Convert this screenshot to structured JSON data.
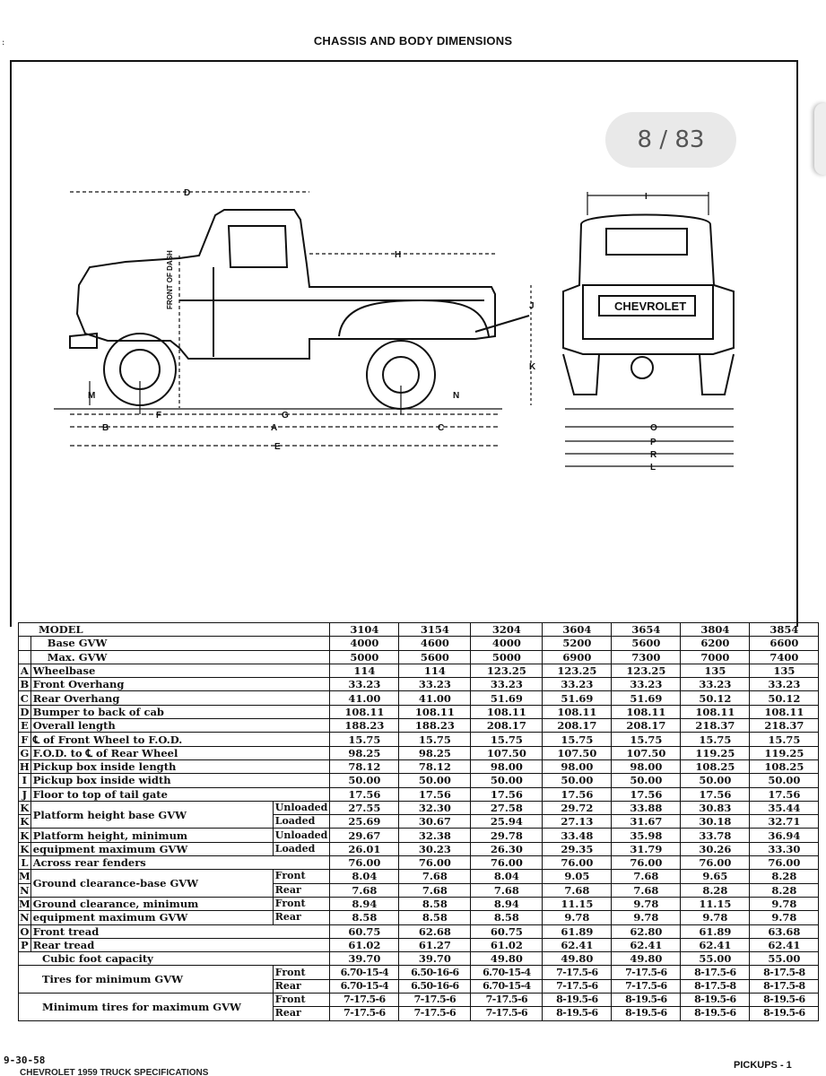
{
  "header": {
    "title": "CHASSIS AND BODY DIMENSIONS",
    "left_mark": ":",
    "page_indicator": "8 / 83"
  },
  "drawing": {
    "side_labels": [
      "D",
      "H",
      "J",
      "K",
      "M",
      "N",
      "F",
      "G",
      "B",
      "A",
      "C",
      "E"
    ],
    "front_of_dash": "FRONT OF DASH",
    "rear_labels": [
      "I",
      "O",
      "P",
      "R",
      "L"
    ],
    "emblem": "CHEVROLET"
  },
  "table": {
    "model_label": "MODEL",
    "models": [
      "3104",
      "3154",
      "3204",
      "3604",
      "3654",
      "3804",
      "3854"
    ],
    "rows": [
      {
        "letter": "",
        "label": "Base GVW",
        "sub": "",
        "values": [
          "4000",
          "4600",
          "4000",
          "5200",
          "5600",
          "6200",
          "6600"
        ]
      },
      {
        "letter": "",
        "label": "Max. GVW",
        "sub": "",
        "values": [
          "5000",
          "5600",
          "5000",
          "6900",
          "7300",
          "7000",
          "7400"
        ]
      },
      {
        "letter": "A",
        "label": "Wheelbase",
        "sub": "",
        "values": [
          "114",
          "114",
          "123.25",
          "123.25",
          "123.25",
          "135",
          "135"
        ]
      },
      {
        "letter": "B",
        "label": "Front Overhang",
        "sub": "",
        "values": [
          "33.23",
          "33.23",
          "33.23",
          "33.23",
          "33.23",
          "33.23",
          "33.23"
        ]
      },
      {
        "letter": "C",
        "label": "Rear Overhang",
        "sub": "",
        "values": [
          "41.00",
          "41.00",
          "51.69",
          "51.69",
          "51.69",
          "50.12",
          "50.12"
        ]
      },
      {
        "letter": "D",
        "label": "Bumper to back of cab",
        "sub": "",
        "values": [
          "108.11",
          "108.11",
          "108.11",
          "108.11",
          "108.11",
          "108.11",
          "108.11"
        ]
      },
      {
        "letter": "E",
        "label": "Overall length",
        "sub": "",
        "values": [
          "188.23",
          "188.23",
          "208.17",
          "208.17",
          "208.17",
          "218.37",
          "218.37"
        ]
      },
      {
        "letter": "F",
        "label": "℄ of Front Wheel to F.O.D.",
        "sub": "",
        "values": [
          "15.75",
          "15.75",
          "15.75",
          "15.75",
          "15.75",
          "15.75",
          "15.75"
        ]
      },
      {
        "letter": "G",
        "label": "F.O.D. to ℄ of Rear Wheel",
        "sub": "",
        "values": [
          "98.25",
          "98.25",
          "107.50",
          "107.50",
          "107.50",
          "119.25",
          "119.25"
        ]
      },
      {
        "letter": "H",
        "label": "Pickup box inside length",
        "sub": "",
        "values": [
          "78.12",
          "78.12",
          "98.00",
          "98.00",
          "98.00",
          "108.25",
          "108.25"
        ]
      },
      {
        "letter": "I",
        "label": "Pickup box inside width",
        "sub": "",
        "values": [
          "50.00",
          "50.00",
          "50.00",
          "50.00",
          "50.00",
          "50.00",
          "50.00"
        ]
      },
      {
        "letter": "J",
        "label": "Floor to top of tail gate",
        "sub": "",
        "values": [
          "17.56",
          "17.56",
          "17.56",
          "17.56",
          "17.56",
          "17.56",
          "17.56"
        ]
      }
    ],
    "platform_base": {
      "letters": [
        "K",
        "K"
      ],
      "label": "Platform height base GVW",
      "subs": [
        "Unloaded",
        "Loaded"
      ],
      "values": [
        [
          "27.55",
          "32.30",
          "27.58",
          "29.72",
          "33.88",
          "30.83",
          "35.44"
        ],
        [
          "25.69",
          "30.67",
          "25.94",
          "27.13",
          "31.67",
          "30.18",
          "32.71"
        ]
      ]
    },
    "platform_min": {
      "letters": [
        "K",
        "K"
      ],
      "labels": [
        "Platform height, minimum",
        "equipment maximum GVW"
      ],
      "subs": [
        "Unloaded",
        "Loaded"
      ],
      "values": [
        [
          "29.67",
          "32.38",
          "29.78",
          "33.48",
          "35.98",
          "33.78",
          "36.94"
        ],
        [
          "26.01",
          "30.23",
          "26.30",
          "29.35",
          "31.79",
          "30.26",
          "33.30"
        ]
      ]
    },
    "fenders": {
      "letter": "L",
      "label": "Across rear fenders",
      "values": [
        "76.00",
        "76.00",
        "76.00",
        "76.00",
        "76.00",
        "76.00",
        "76.00"
      ]
    },
    "ground_base": {
      "letters": [
        "M",
        "N"
      ],
      "label": "Ground clearance-base GVW",
      "subs": [
        "Front",
        "Rear"
      ],
      "values": [
        [
          "8.04",
          "7.68",
          "8.04",
          "9.05",
          "7.68",
          "9.65",
          "8.28"
        ],
        [
          "7.68",
          "7.68",
          "7.68",
          "7.68",
          "7.68",
          "8.28",
          "8.28"
        ]
      ]
    },
    "ground_min": {
      "letters": [
        "M",
        "N"
      ],
      "labels": [
        "Ground clearance, minimum",
        "equipment maximum GVW"
      ],
      "subs": [
        "Front",
        "Rear"
      ],
      "values": [
        [
          "8.94",
          "8.58",
          "8.94",
          "11.15",
          "9.78",
          "11.15",
          "9.78"
        ],
        [
          "8.58",
          "8.58",
          "8.58",
          "9.78",
          "9.78",
          "9.78",
          "9.78"
        ]
      ]
    },
    "treads": [
      {
        "letter": "O",
        "label": "Front tread",
        "values": [
          "60.75",
          "62.68",
          "60.75",
          "61.89",
          "62.80",
          "61.89",
          "63.68"
        ]
      },
      {
        "letter": "P",
        "label": "Rear tread",
        "values": [
          "61.02",
          "61.27",
          "61.02",
          "62.41",
          "62.41",
          "62.41",
          "62.41"
        ]
      }
    ],
    "cubic": {
      "label": "Cubic foot capacity",
      "values": [
        "39.70",
        "39.70",
        "49.80",
        "49.80",
        "49.80",
        "55.00",
        "55.00"
      ]
    },
    "tires_min": {
      "label": "Tires for minimum GVW",
      "subs": [
        "Front",
        "Rear"
      ],
      "values": [
        [
          "6.70-15-4",
          "6.50-16-6",
          "6.70-15-4",
          "7-17.5-6",
          "7-17.5-6",
          "8-17.5-6",
          "8-17.5-8"
        ],
        [
          "6.70-15-4",
          "6.50-16-6",
          "6.70-15-4",
          "7-17.5-6",
          "7-17.5-6",
          "8-17.5-8",
          "8-17.5-8"
        ]
      ]
    },
    "tires_max": {
      "label": "Minimum tires for maximum GVW",
      "subs": [
        "Front",
        "Rear"
      ],
      "values": [
        [
          "7-17.5-6",
          "7-17.5-6",
          "7-17.5-6",
          "8-19.5-6",
          "8-19.5-6",
          "8-19.5-6",
          "8-19.5-6"
        ],
        [
          "7-17.5-6",
          "7-17.5-6",
          "7-17.5-6",
          "8-19.5-6",
          "8-19.5-6",
          "8-19.5-6",
          "8-19.5-6"
        ]
      ]
    }
  },
  "footer": {
    "date": "9-30-58",
    "section": "PICKUPS - 1",
    "strip": "CHEVROLET 1959 TRUCK SPECIFICATIONS"
  }
}
